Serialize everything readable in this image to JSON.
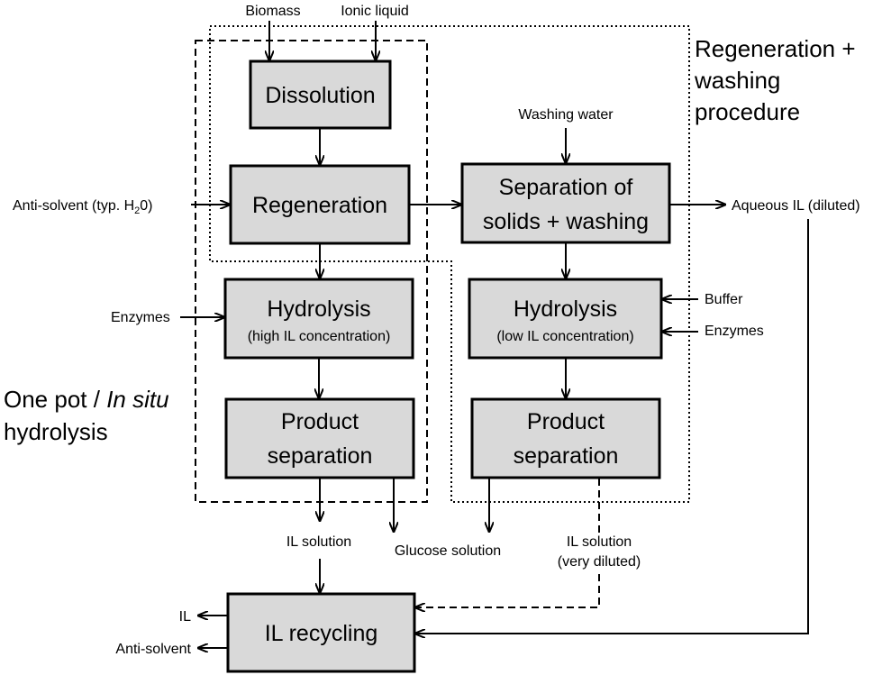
{
  "inputs": {
    "biomass": "Biomass",
    "ionic_liquid": "Ionic liquid",
    "washing_water": "Washing water",
    "anti_solvent_prefix": "Anti-solvent (typ. H",
    "anti_solvent_sub": "2",
    "anti_solvent_suffix": "0)",
    "enzymes_left": "Enzymes",
    "buffer": "Buffer",
    "enzymes_right": "Enzymes"
  },
  "boxes": {
    "dissolution": "Dissolution",
    "regeneration": "Regeneration",
    "separation_line1": "Separation of",
    "separation_line2": "solids + washing",
    "hydrolysis_left_title": "Hydrolysis",
    "hydrolysis_left_sub": "(high IL concentration)",
    "hydrolysis_right_title": "Hydrolysis",
    "hydrolysis_right_sub": "(low IL concentration)",
    "product_sep_left_line1": "Product",
    "product_sep_left_line2": "separation",
    "product_sep_right_line1": "Product",
    "product_sep_right_line2": "separation",
    "il_recycling": "IL recycling"
  },
  "outputs": {
    "aqueous_il": "Aqueous IL (diluted)",
    "il_solution": "IL solution",
    "glucose_solution": "Glucose solution",
    "il_solution_dilute_line1": "IL solution",
    "il_solution_dilute_line2": "(very diluted)",
    "il": "IL",
    "anti_solvent_out": "Anti-solvent"
  },
  "regions": {
    "regen_wash_line1": "Regeneration +",
    "regen_wash_line2": "washing",
    "regen_wash_line3": "procedure",
    "one_pot_line1_a": "One pot / ",
    "one_pot_line1_b": "In situ",
    "one_pot_line2": "hydrolysis"
  }
}
